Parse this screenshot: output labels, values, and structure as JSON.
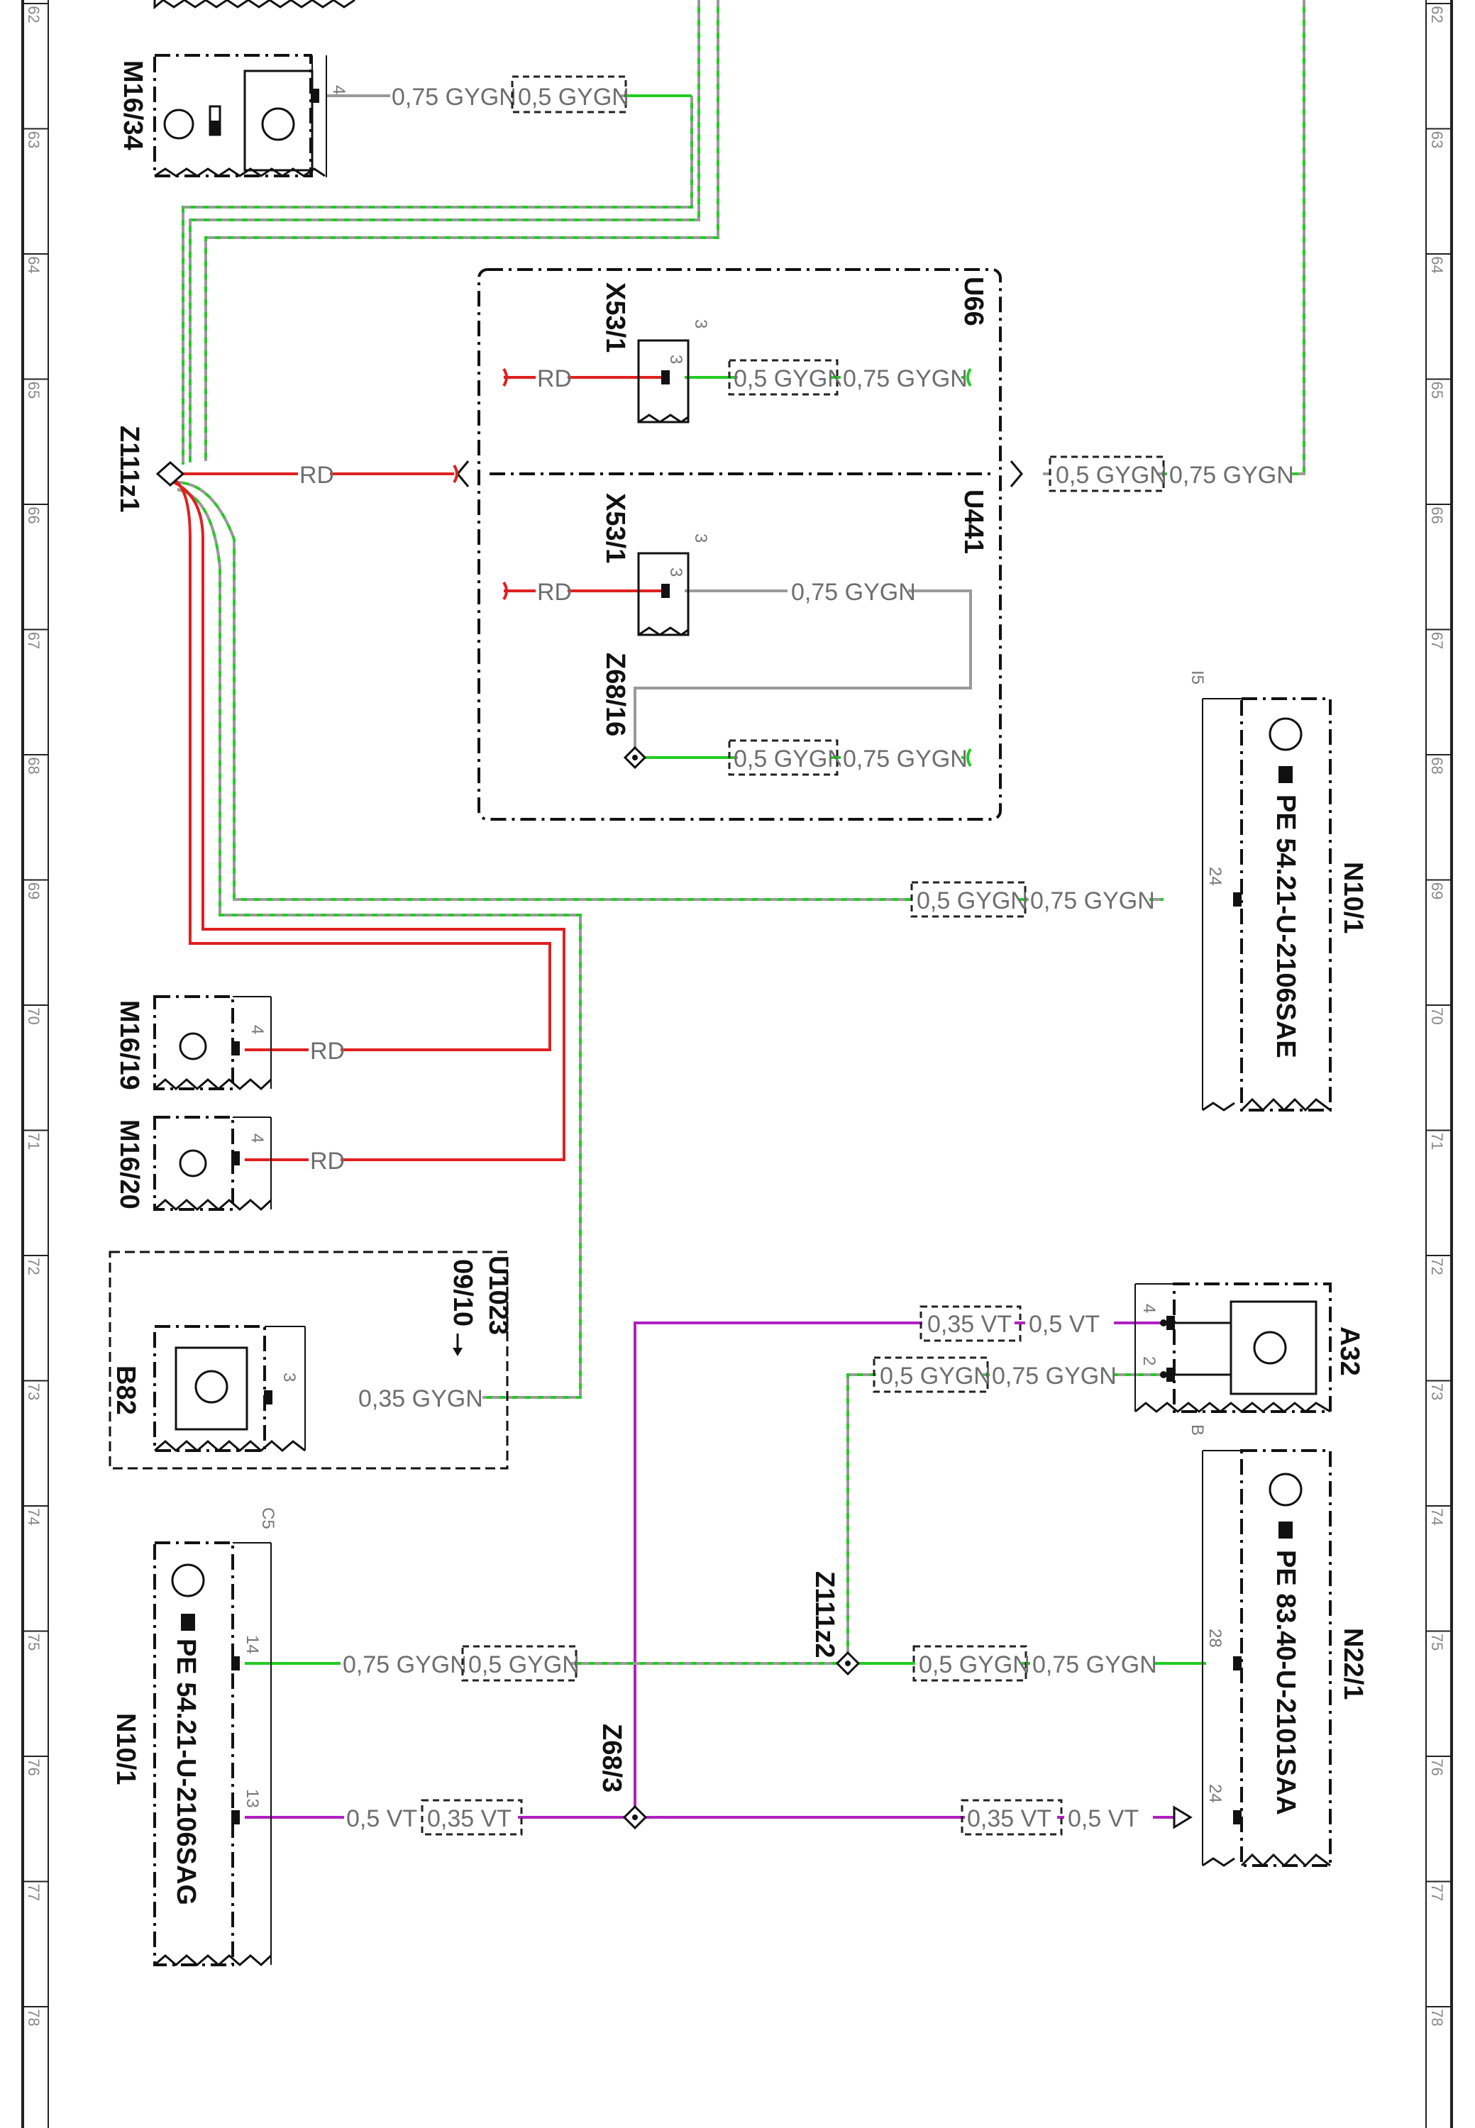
{
  "grid_labels": [
    "62",
    "63",
    "64",
    "65",
    "66",
    "67",
    "68",
    "69",
    "70",
    "71",
    "72",
    "73",
    "74",
    "75",
    "76",
    "77",
    "78"
  ],
  "components": {
    "m16_34": "M16/34",
    "z111z1": "Z111z1",
    "u66": "U66",
    "u441": "U441",
    "x53_1_a": "X53/1",
    "x53_1_b": "X53/1",
    "z68_16": "Z68/16",
    "n10_1_right": "N10/1",
    "n10_1_right_pe": "PE 54.21-U-2106SAE",
    "n10_1_right_tag": "I5",
    "m16_19": "M16/19",
    "m16_20": "M16/20",
    "u1023": "U1023",
    "u1023_ref": "09/10",
    "b82": "B82",
    "a32": "A32",
    "n22_1": "N22/1",
    "n22_1_pe": "PE 83.40-U-2101SAA",
    "n22_1_tag": "B",
    "z111z2": "Z111z2",
    "z68_3": "Z68/3",
    "n10_1_left": "N10/1",
    "n10_1_left_pe": "PE 54.21-U-2106SAG",
    "n10_1_left_tag": "C5"
  },
  "pins": {
    "m16_34": "4",
    "x53_a_top": "3",
    "x53_a_in": "3",
    "x53_b_top": "3",
    "x53_b_in": "3",
    "n10r_24": "24",
    "m16_19": "4",
    "m16_20": "4",
    "b82": "3",
    "a32_4": "4",
    "a32_2": "2",
    "n22_28": "28",
    "n22_24": "24",
    "n10l_14": "14",
    "n10l_13": "13"
  },
  "wires": {
    "w1a": "0,75 GYGN",
    "w1b": "0,5 GYGN",
    "w_rd_main": "RD",
    "w_u66_rd": "RD",
    "w_u66_a": "0,5 GYGN",
    "w_u66_b": "0,75 GYGN",
    "w_u66_out_a": "0,5 GYGN",
    "w_u66_out_b": "0,75 GYGN",
    "w_u441_rd": "RD",
    "w_u441_a": "0,75 GYGN",
    "w_u441_c": "0,5 GYGN",
    "w_u441_d": "0,75 GYGN",
    "w_n10r_a": "0,5 GYGN",
    "w_n10r_b": "0,75 GYGN",
    "w_m1619": "RD",
    "w_m1620": "RD",
    "w_b82": "0,35 GYGN",
    "w_a32_4a": "0,35 VT",
    "w_a32_4b": "0,5 VT",
    "w_a32_2a": "0,5 GYGN",
    "w_a32_2b": "0,75 GYGN",
    "w_n10l_14a": "0,75 GYGN",
    "w_n10l_14b": "0,5 GYGN",
    "w_n22_28a": "0,5 GYGN",
    "w_n22_28b": "0,75 GYGN",
    "w_n10l_13a": "0,5 VT",
    "w_n10l_13b": "0,35 VT",
    "w_n22_24a": "0,35 VT",
    "w_n22_24b": "0,5 VT"
  },
  "colors": {
    "red": "#e02020",
    "green": "#22cc22",
    "violet": "#b020c0",
    "gray": "#9a9a9a"
  }
}
